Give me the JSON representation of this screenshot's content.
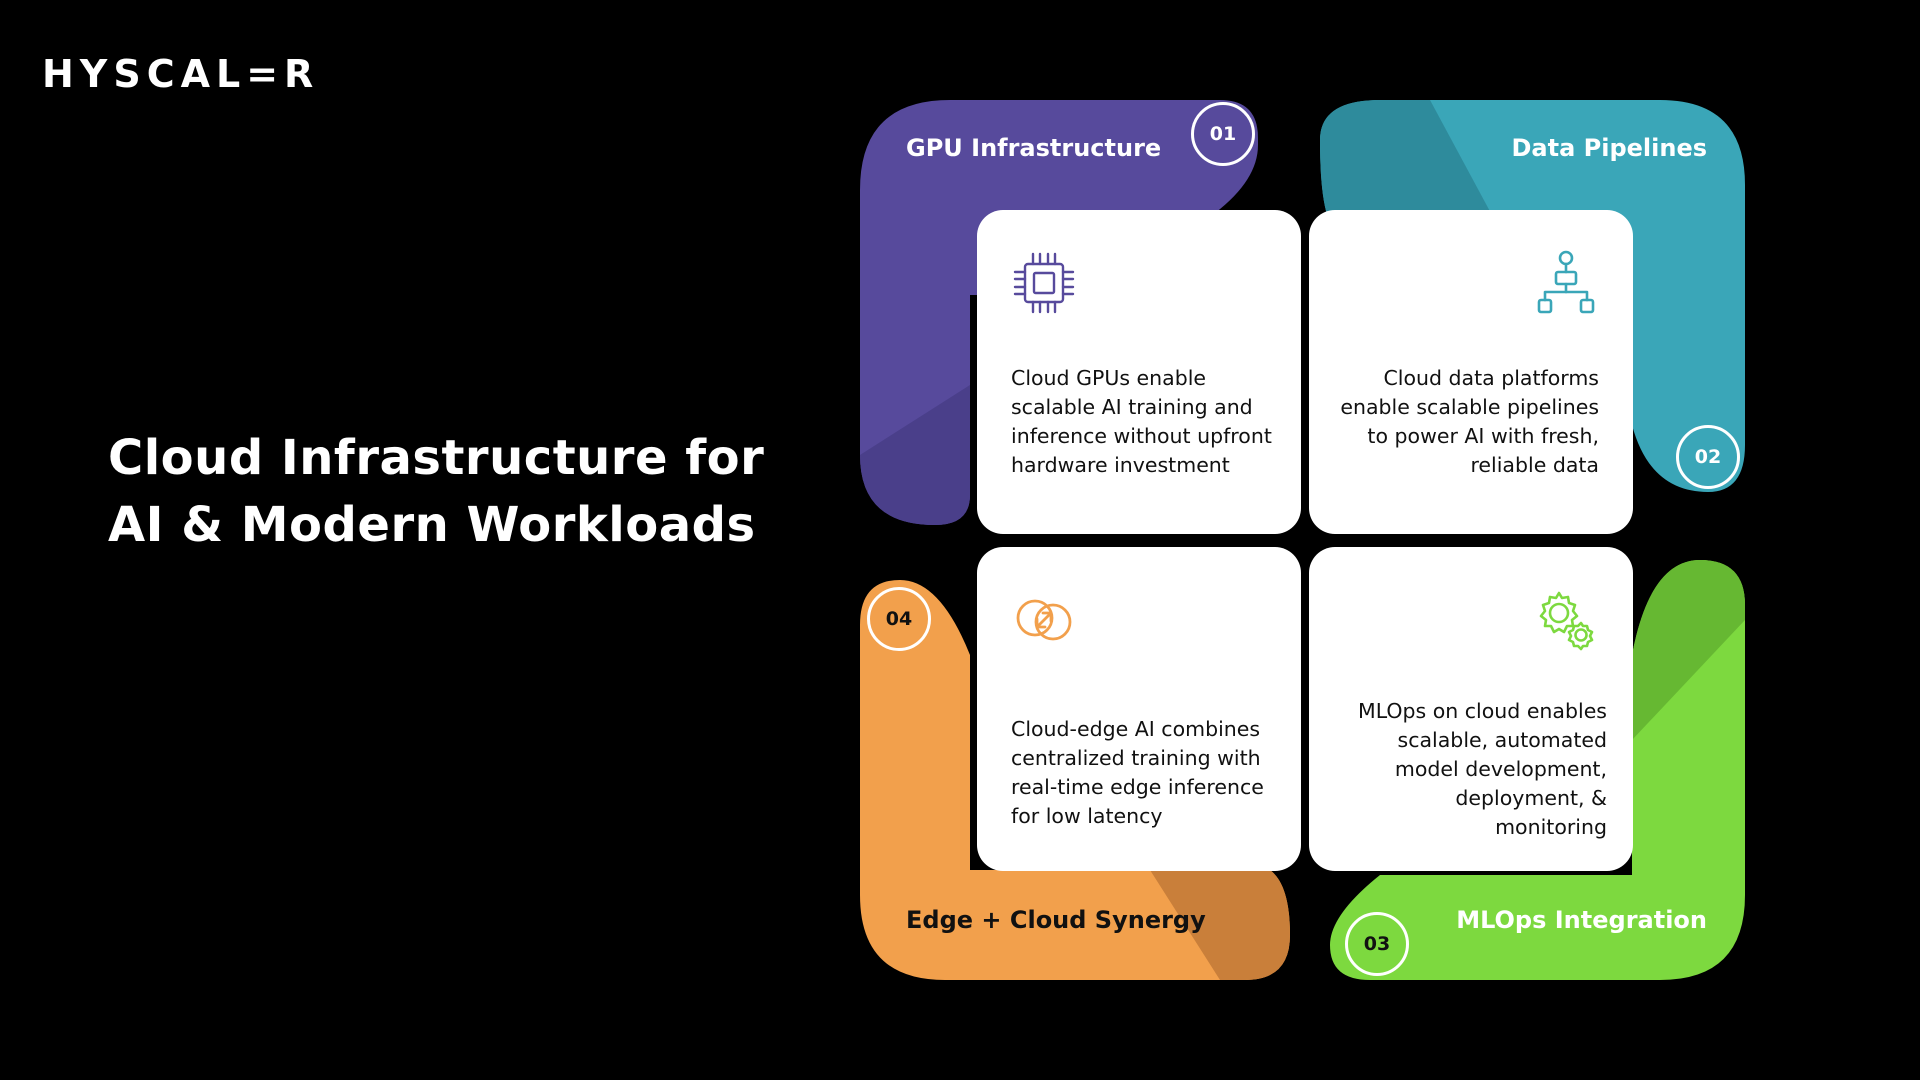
{
  "brand": {
    "logo": "HYSCAL=R"
  },
  "headline": {
    "line1": "Cloud Infrastructure for",
    "line2": "AI & Modern Workloads"
  },
  "colors": {
    "background": "#000000",
    "gpu": "#574a9c",
    "pipelines": "#3aa6b8",
    "mlops": "#7dd93f",
    "edge": "#f2a04c",
    "text_dark": "#111111"
  },
  "quadrants": [
    {
      "number": "01",
      "title": "GPU Infrastructure",
      "icon": "cpu-chip-icon",
      "description": "Cloud GPUs enable scalable AI training and inference without upfront hardware investment"
    },
    {
      "number": "02",
      "title": "Data Pipelines",
      "icon": "network-hierarchy-icon",
      "description": "Cloud data platforms enable scalable pipelines to power AI with fresh, reliable data"
    },
    {
      "number": "03",
      "title": "MLOps Integration",
      "icon": "gears-icon",
      "description": "MLOps on cloud enables scalable, automated model development, deployment, & monitoring"
    },
    {
      "number": "04",
      "title": "Edge + Cloud Synergy",
      "icon": "sync-arrows-icon",
      "description": "Cloud-edge AI combines centralized training with real-time edge inference for low latency"
    }
  ]
}
